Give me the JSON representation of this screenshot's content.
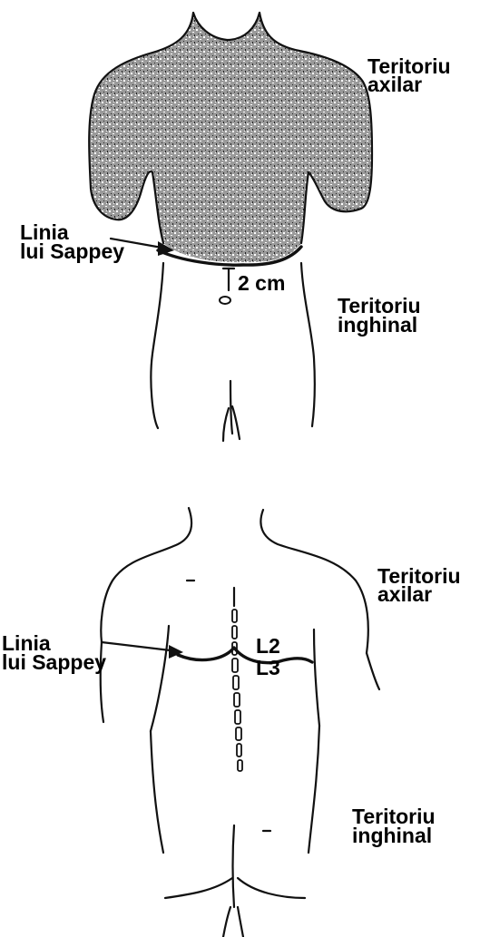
{
  "figure_top": {
    "label_axilar_line1": "Teritoriu",
    "label_axilar_line2": "axilar",
    "label_sappey_line1": "Linia",
    "label_sappey_line2": "lui Sappey",
    "label_distance": "2 cm",
    "label_inghinal_line1": "Teritoriu",
    "label_inghinal_line2": "inghinal"
  },
  "figure_bottom": {
    "label_axilar_line1": "Teritoriu",
    "label_axilar_line2": "axilar",
    "label_sappey_line1": "Linia",
    "label_sappey_line2": "lui Sappey",
    "label_vertebra_upper": "L2",
    "label_vertebra_lower": "L3",
    "label_inghinal_line1": "Teritoriu",
    "label_inghinal_line2": "inghinal"
  },
  "colors": {
    "ink": "#111111",
    "shading": "#8a8a8a",
    "background": "#ffffff"
  }
}
